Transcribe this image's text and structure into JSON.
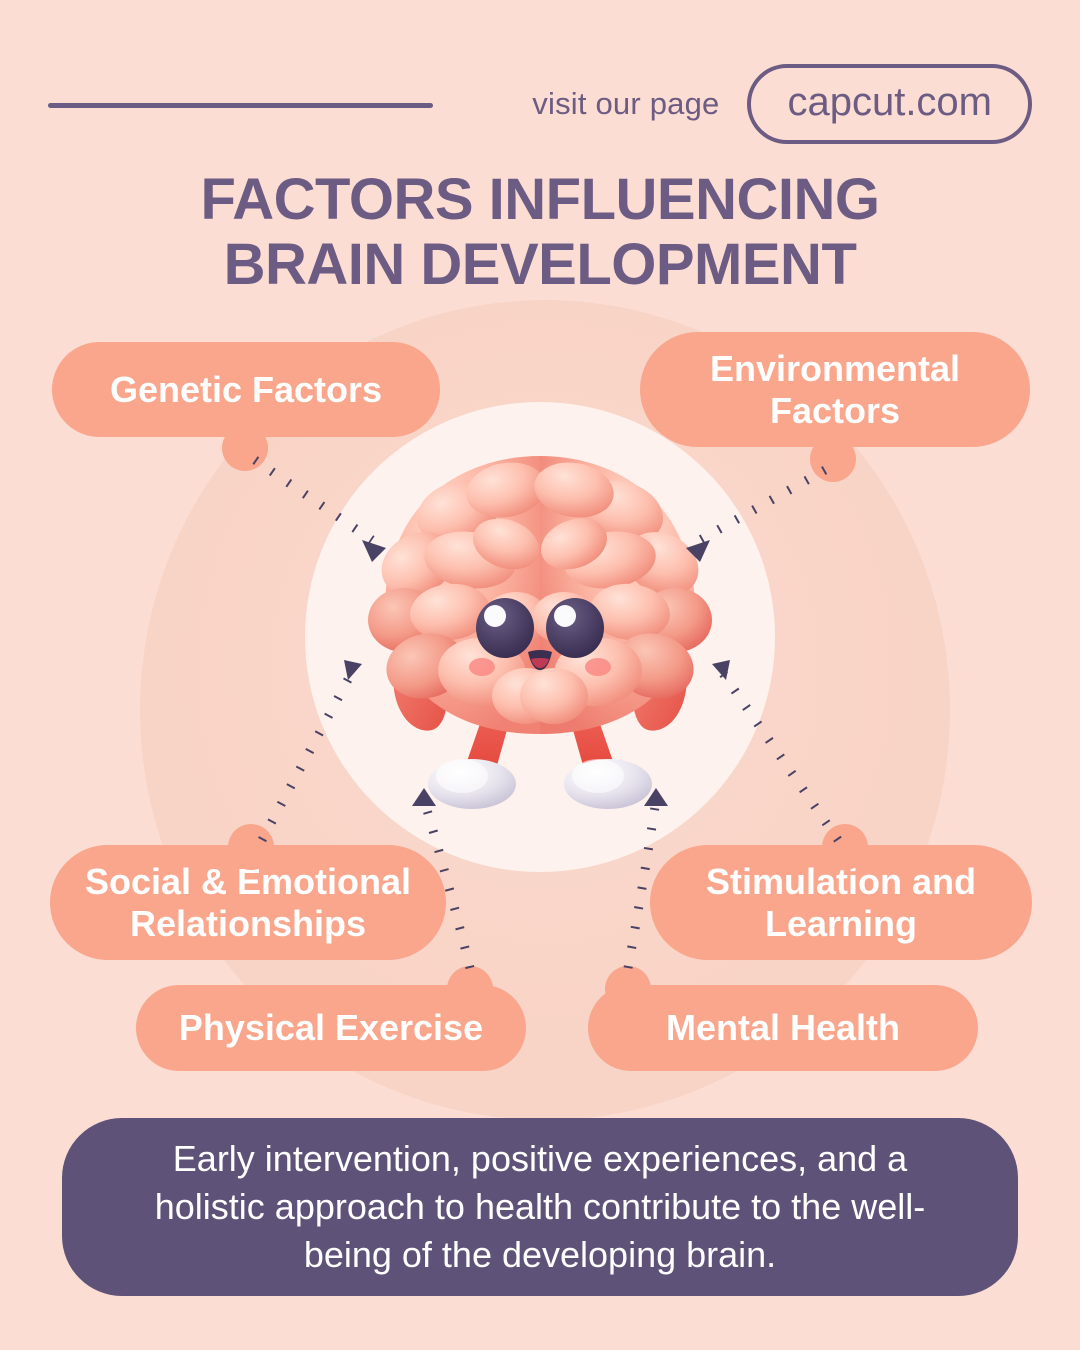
{
  "header": {
    "visit_text": "visit our page",
    "site_badge": "capcut.com",
    "rule": "horizontal-rule"
  },
  "title": {
    "line1": "FACTORS INFLUENCING",
    "line2": "BRAIN DEVELOPMENT"
  },
  "illustration": {
    "name": "3d-cartoon-brain-character",
    "description": "Smiling 3D pink brain character with big dark purple eyes, blushing cheeks, red legs and white shoes"
  },
  "factors": [
    {
      "id": "genetic",
      "label": "Genetic Factors"
    },
    {
      "id": "environment",
      "label": "Environmental\nFactors"
    },
    {
      "id": "social",
      "label": "Social & Emotional\nRelationships"
    },
    {
      "id": "stimulation",
      "label": "Stimulation and\nLearning"
    },
    {
      "id": "physical",
      "label": "Physical Exercise"
    },
    {
      "id": "mental",
      "label": "Mental Health"
    }
  ],
  "labels": {
    "genetic": "Genetic Factors",
    "environment_l1": "Environmental",
    "environment_l2": "Factors",
    "social_l1": "Social & Emotional",
    "social_l2": "Relationships",
    "stimulation_l1": "Stimulation and",
    "stimulation_l2": "Learning",
    "physical": "Physical Exercise",
    "mental": "Mental Health"
  },
  "footer": {
    "note": "Early intervention, positive experiences, and a holistic approach to health contribute to the well-being of the developing brain."
  },
  "colors": {
    "background": "#FBDDD3",
    "blob": "#F8D2C4",
    "inner_circle": "#FDF2ED",
    "pill": "#F9A68C",
    "pill_text": "#FFFFFF",
    "deep_purple": "#6C5B83",
    "footer_bg": "#5F5278",
    "arrow": "#4A4264"
  }
}
